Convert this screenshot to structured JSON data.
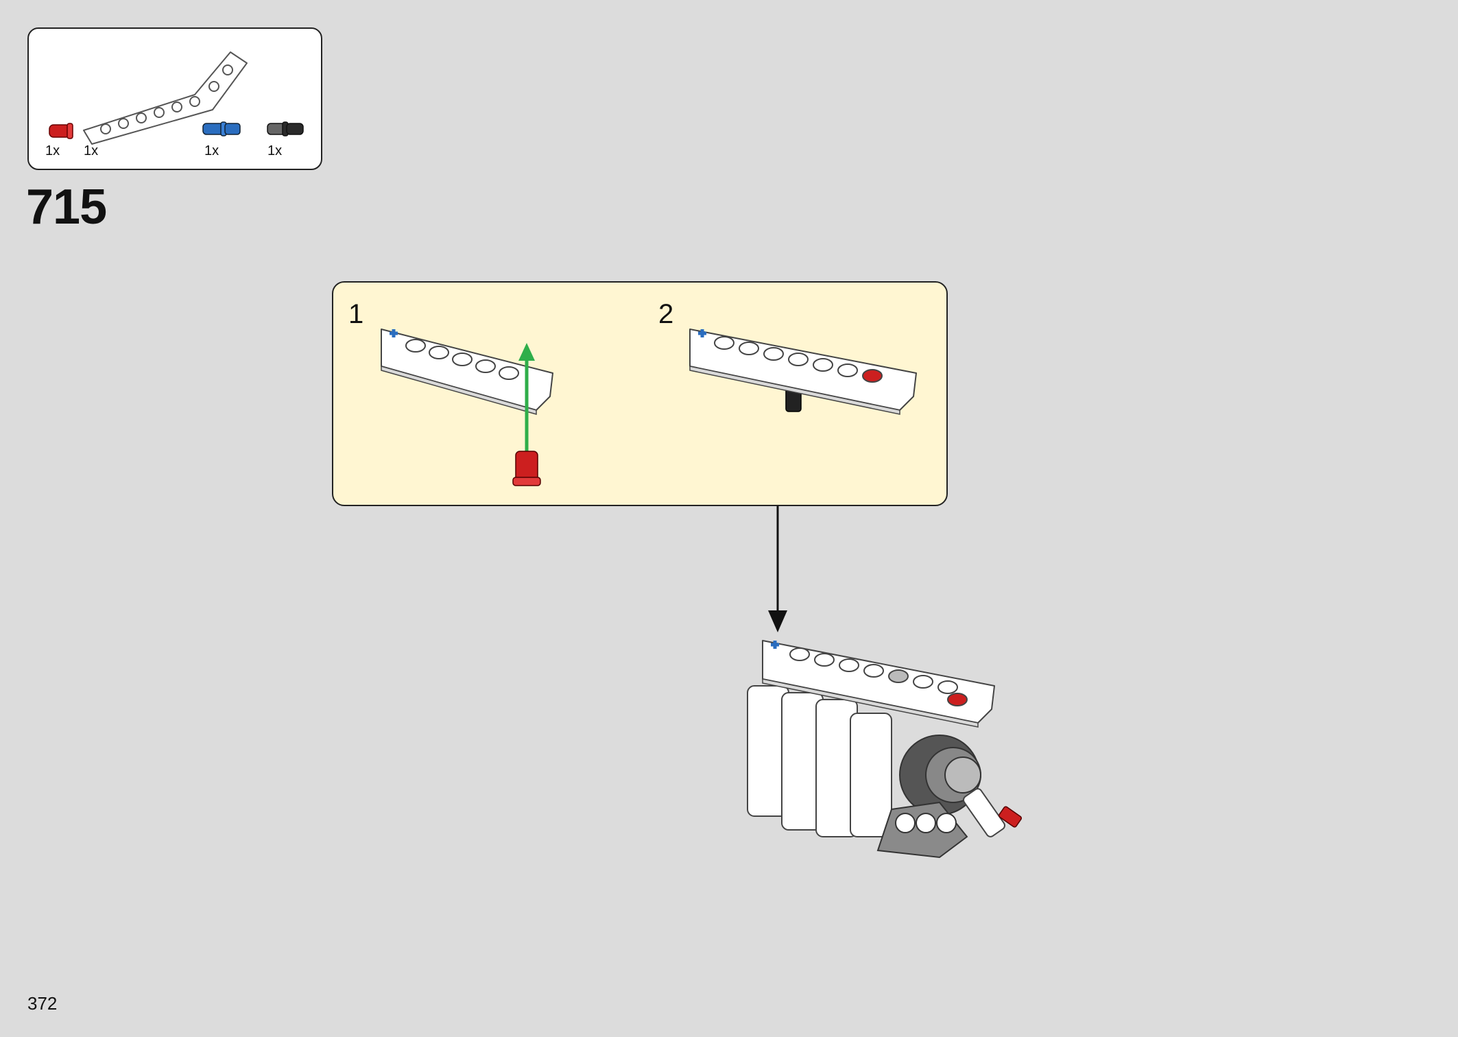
{
  "step": {
    "number": "715"
  },
  "page": {
    "number": "372"
  },
  "parts": [
    {
      "name": "red-connector-pin",
      "qty": "1x",
      "color": "#cc1f1f"
    },
    {
      "name": "white-bent-liftarm",
      "qty": "1x",
      "color": "#ffffff"
    },
    {
      "name": "blue-axle-pin",
      "qty": "1x",
      "color": "#2a6dbf"
    },
    {
      "name": "black-friction-pin",
      "qty": "1x",
      "color": "#2a2a2a"
    }
  ],
  "substeps": [
    {
      "label": "1"
    },
    {
      "label": "2"
    }
  ],
  "colors": {
    "page_background": "#dcdcdc",
    "substep_background": "#fff6d2",
    "arrow_green": "#2fae4a",
    "arrow_black": "#111111"
  }
}
